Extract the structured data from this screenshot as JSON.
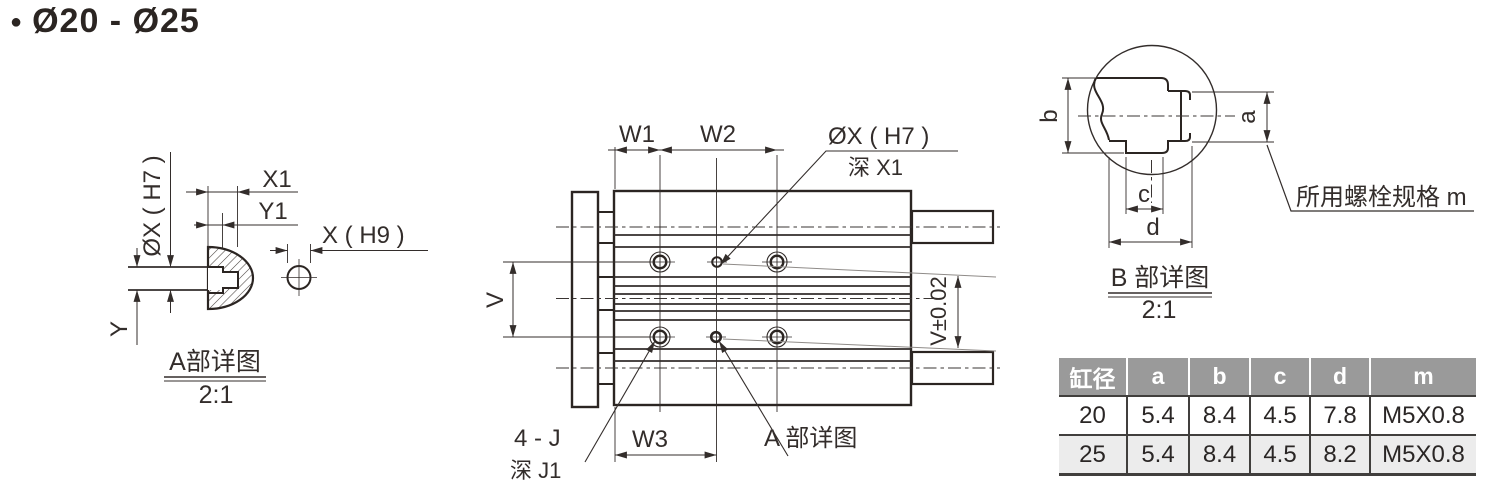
{
  "heading": {
    "bullet": "●",
    "title": "Ø20 - Ø25"
  },
  "detail_a": {
    "dim_x1": "X1",
    "dim_y1": "Y1",
    "dim_ox": "ØX ( H7 )",
    "dim_x_h9": "X ( H9 )",
    "dim_y": "Y",
    "title": "A部详图",
    "scale": "2:1"
  },
  "main_view": {
    "dim_w1": "W1",
    "dim_w2": "W2",
    "dim_w3": "W3",
    "hole_label": "ØX ( H7 )",
    "hole_depth": "深 X1",
    "screw_label": "4 - J",
    "screw_depth": "深 J1",
    "dim_v": "V",
    "dim_v_tol": "V±0.02",
    "detail_ref": "A 部详图"
  },
  "detail_b": {
    "title": "B 部详图",
    "scale": "2:1",
    "dim_a": "a",
    "dim_b": "b",
    "dim_c": "c",
    "dim_d": "d",
    "bolt_note": "所用螺栓规格 m"
  },
  "table": {
    "headers": [
      "缸径",
      "a",
      "b",
      "c",
      "d",
      "m"
    ],
    "rows": [
      [
        "20",
        "5.4",
        "8.4",
        "4.5",
        "7.8",
        "M5X0.8"
      ],
      [
        "25",
        "5.4",
        "8.4",
        "4.5",
        "8.2",
        "M5X0.8"
      ]
    ]
  },
  "colors": {
    "line": "#332d2b",
    "table_header_bg": "#9a9a9a",
    "table_alt_row_bg": "#ececec",
    "table_border": "#413f3d"
  }
}
